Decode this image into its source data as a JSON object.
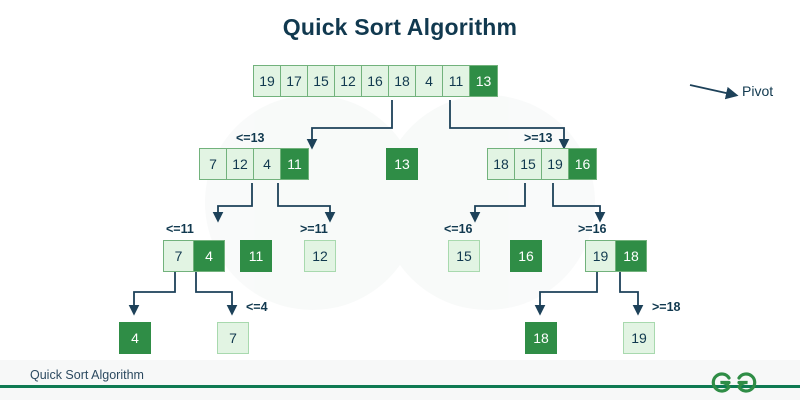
{
  "page": {
    "title": "Quick Sort Algorithm",
    "accent_green": "#2f8d46",
    "light_green": "#e2f4e3",
    "navy": "#11394f",
    "footer_line": "#0e7a52"
  },
  "pivot_annotation": {
    "label": "Pivot",
    "icon": "arrow-left-icon"
  },
  "levels": [
    {
      "id": "level-0",
      "arrays": [
        {
          "id": "root-array",
          "values": [
            "19",
            "17",
            "15",
            "12",
            "16",
            "18",
            "4",
            "11",
            "13"
          ],
          "pivot_index": 8,
          "label": ""
        }
      ]
    },
    {
      "id": "level-1",
      "arrays": [
        {
          "id": "left-array",
          "values": [
            "7",
            "12",
            "4",
            "11"
          ],
          "pivot_index": 3,
          "label": "<=13"
        },
        {
          "id": "pivot-array",
          "values": [
            "13"
          ],
          "pivot_index": 0,
          "label": ""
        },
        {
          "id": "right-array",
          "values": [
            "18",
            "15",
            "19",
            "16"
          ],
          "pivot_index": 3,
          "label": ">=13"
        }
      ]
    },
    {
      "id": "level-2",
      "arrays": [
        {
          "id": "left-left-array",
          "values": [
            "7",
            "4"
          ],
          "pivot_index": 1,
          "label": "<=11"
        },
        {
          "id": "left-pivot-array",
          "values": [
            "11"
          ],
          "pivot_index": 0,
          "label": ""
        },
        {
          "id": "left-right-array",
          "values": [
            "12"
          ],
          "pivot_index": -1,
          "label": ">=11"
        },
        {
          "id": "right-left-array",
          "values": [
            "15"
          ],
          "pivot_index": -1,
          "label": "<=16"
        },
        {
          "id": "right-pivot-array",
          "values": [
            "16"
          ],
          "pivot_index": 0,
          "label": ""
        },
        {
          "id": "right-right-array",
          "values": [
            "19",
            "18"
          ],
          "pivot_index": 1,
          "label": ">=16"
        }
      ]
    },
    {
      "id": "level-3",
      "arrays": [
        {
          "id": "leaf-4",
          "values": [
            "4"
          ],
          "pivot_index": 0,
          "label": ""
        },
        {
          "id": "leaf-7",
          "values": [
            "7"
          ],
          "pivot_index": -1,
          "label": "<=4"
        },
        {
          "id": "leaf-18",
          "values": [
            "18"
          ],
          "pivot_index": 0,
          "label": ""
        },
        {
          "id": "leaf-19",
          "values": [
            "19"
          ],
          "pivot_index": -1,
          "label": ">=18"
        }
      ]
    }
  ],
  "footer": {
    "caption": "Quick Sort Algorithm",
    "logo": "geeksforgeeks-logo"
  }
}
